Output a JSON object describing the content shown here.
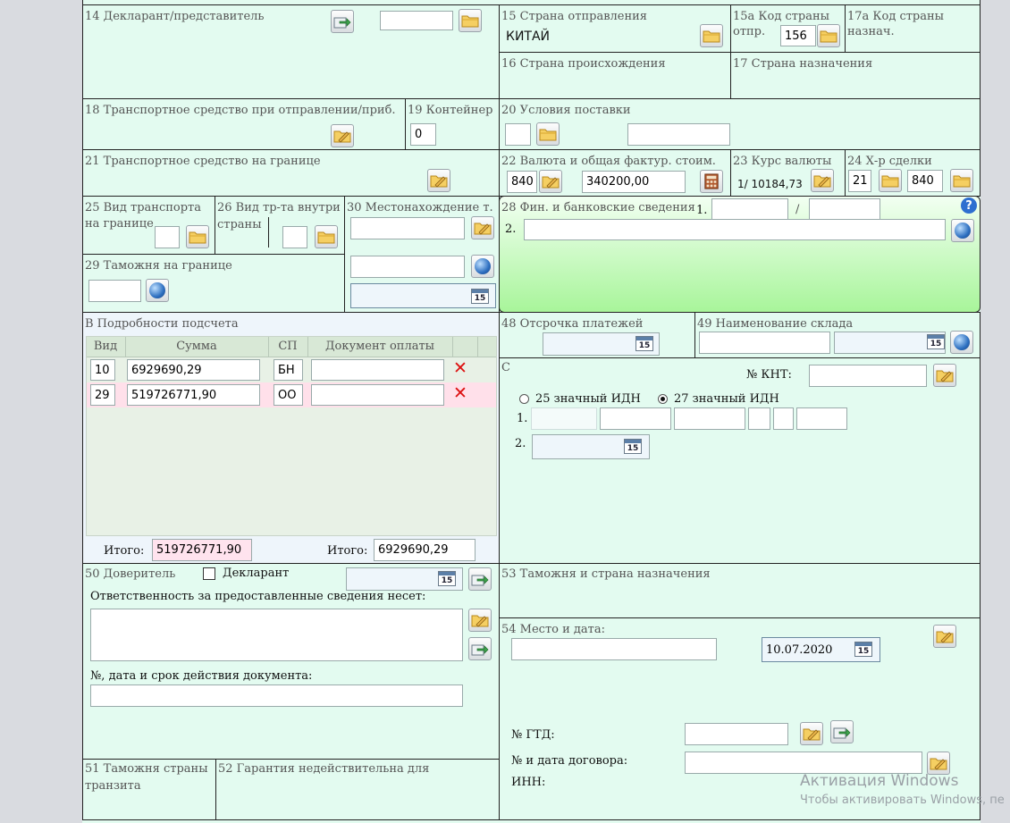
{
  "box14": {
    "label": "14 Декларант/представитель"
  },
  "box15": {
    "label": "15 Страна отправления",
    "value": "КИТАЙ"
  },
  "box15a": {
    "label_line1": "15а Код страны",
    "label_line2": "отпр.",
    "value": "156"
  },
  "box17a": {
    "label_line1": "17а Код страны",
    "label_line2": "назнач."
  },
  "box16": {
    "label": "16 Страна происхождения"
  },
  "box17": {
    "label": "17 Страна назначения"
  },
  "box18": {
    "label": "18 Транспортное средство при отправлении/приб."
  },
  "box19": {
    "label": "19 Контейнер",
    "value": "0"
  },
  "box20": {
    "label": "20 Условия поставки"
  },
  "box21": {
    "label": "21 Транспортное средство на границе"
  },
  "box22": {
    "label": "22 Валюта и общая фактур. стоим.",
    "currency": "840",
    "amount": "340200,00"
  },
  "box23": {
    "label": "23 Курс валюты",
    "rate": "1/ 10184,73"
  },
  "box24": {
    "label": "24 Х-р сделки",
    "code1": "21",
    "code2": "840"
  },
  "box25": {
    "label_line1": "25 Вид транспорта",
    "label_line2": "на границе"
  },
  "box26": {
    "label_line1": "26 Вид тр-та внутри",
    "label_line2": "страны"
  },
  "box30": {
    "label": "30 Местонахождение т."
  },
  "box28": {
    "label": "28 Фин. и банковские сведения",
    "n1": "1.",
    "slash": "/",
    "n2": "2.",
    "help": "?"
  },
  "box29": {
    "label": "29 Таможня на границе"
  },
  "boxB": {
    "label": "В Подробности подсчета",
    "headers": [
      "Вид",
      "Сумма",
      "СП",
      "Документ оплаты"
    ],
    "rows": [
      {
        "vid": "10",
        "sum": "6929690,29",
        "sp": "БН",
        "doc": ""
      },
      {
        "vid": "29",
        "sum": "519726771,90",
        "sp": "ОО",
        "doc": ""
      }
    ],
    "total_label": "Итого:",
    "total1": "519726771,90",
    "total2": "6929690,29"
  },
  "box48": {
    "label": "48 Отсрочка платежей"
  },
  "box49": {
    "label": "49 Наименование склада"
  },
  "boxC": {
    "label": "С",
    "knt_label": "№ КНТ:",
    "radio1": "25 значный ИДН",
    "radio2": "27 значный ИДН",
    "n1": "1.",
    "n2": "2."
  },
  "box50": {
    "label": "50 Доверитель",
    "checkbox_label": "Декларант",
    "resp_label": "Ответственность за предоставленные сведения несет:",
    "doc_label": "№, дата и срок действия документа:"
  },
  "box53": {
    "label": "53 Таможня и страна назначения"
  },
  "box54": {
    "label": "54 Место и дата:",
    "date": "10.07.2020",
    "gtd_label": "№ ГТД:",
    "contract_label": "№ и дата договора:",
    "inn_label": "ИНН:"
  },
  "box51": {
    "label_line1": "51 Таможня страны",
    "label_line2": "транзита"
  },
  "box52": {
    "label": "52 Гарантия недействительна для"
  },
  "calendar_day": "15",
  "watermark": {
    "line1": "Активация Windows",
    "line2": "Чтобы активировать Windows, пе"
  },
  "icons": {
    "folder": "folder-icon",
    "edit": "edit-folder-icon",
    "export": "export-icon",
    "globe": "globe-icon",
    "calendar": "calendar-icon",
    "calculator": "calculator-icon",
    "delete": "delete-icon",
    "help": "help-icon"
  },
  "colors": {
    "form_bg": "#e3fbf0",
    "green_gradient_top": "#f2fff2",
    "green_gradient_bottom": "#a8f59a",
    "pink_row": "#ffe0ea",
    "table_bg": "#e8f1e6",
    "delete_red": "#dd1111"
  }
}
